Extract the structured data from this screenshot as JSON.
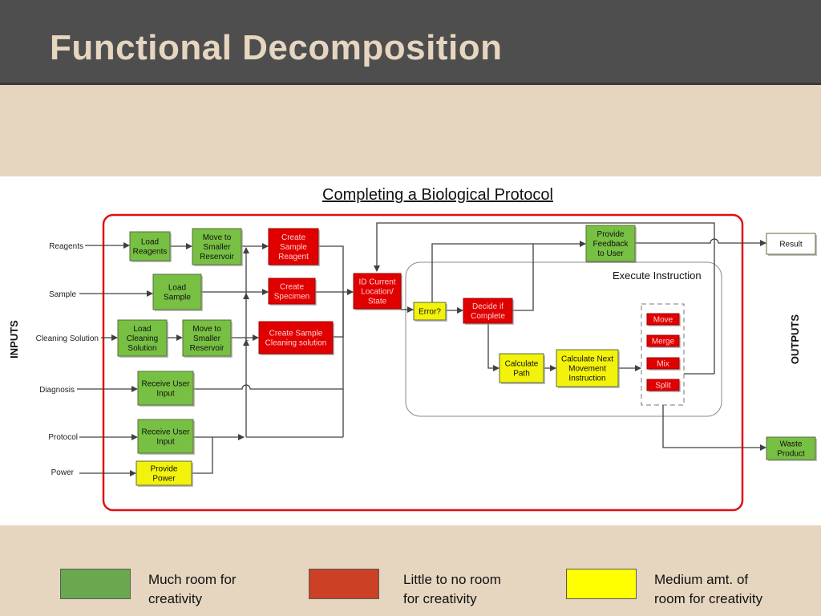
{
  "slide": {
    "title": "Functional Decomposition"
  },
  "diagram": {
    "title": "Completing a Biological Protocol",
    "inputs_label": "INPUTS",
    "outputs_label": "OUTPUTS",
    "execute_label": "Execute Instruction",
    "input_labels": {
      "reagents": "Reagents",
      "sample": "Sample",
      "cleaning": "Cleaning Solution",
      "diagnosis": "Diagnosis",
      "protocol": "Protocol",
      "power": "Power"
    },
    "boxes": {
      "load_reagents": [
        "Load",
        "Reagents"
      ],
      "move_small_1": [
        "Move to",
        "Smaller",
        "Reservoir"
      ],
      "create_sample_reagent": [
        "Create",
        "Sample",
        "Reagent"
      ],
      "load_sample": [
        "Load",
        "Sample"
      ],
      "create_specimen": [
        "Create",
        "Specimen"
      ],
      "load_cleaning": [
        "Load",
        "Cleaning",
        "Solution"
      ],
      "move_small_2": [
        "Move to",
        "Smaller",
        "Reservoir"
      ],
      "create_sample_cleaning": [
        "Create Sample",
        "Cleaning solution"
      ],
      "receive_input_1": [
        "Receive User",
        "Input"
      ],
      "receive_input_2": [
        "Receive User",
        "Input"
      ],
      "provide_power": [
        "Provide",
        "Power"
      ],
      "id_current": [
        "ID Current",
        "Location/",
        "State"
      ],
      "error": [
        "Error?"
      ],
      "decide_complete": [
        "Decide if",
        "Complete"
      ],
      "provide_feedback": [
        "Provide",
        "Feedback",
        "to User"
      ],
      "calculate_path": [
        "Calculate",
        "Path"
      ],
      "calculate_next": [
        "Calculate Next",
        "Movement",
        "Instruction"
      ],
      "move": [
        "Move"
      ],
      "merge": [
        "Merge"
      ],
      "mix": [
        "Mix"
      ],
      "split": [
        "Split"
      ],
      "result": [
        "Result"
      ],
      "waste_product": [
        "Waste",
        "Product"
      ]
    }
  },
  "legend": [
    {
      "color": "#6aa84f",
      "text": "Much room for\ncreativity"
    },
    {
      "color": "#cc4125",
      "text": "Little to no room\nfor creativity"
    },
    {
      "color": "#ffff00",
      "text": "Medium amt. of\nroom for creativity"
    }
  ],
  "colors": {
    "green": "#77c043",
    "red": "#e00000",
    "yellow": "#f2f20c",
    "frame": "#e01010"
  }
}
